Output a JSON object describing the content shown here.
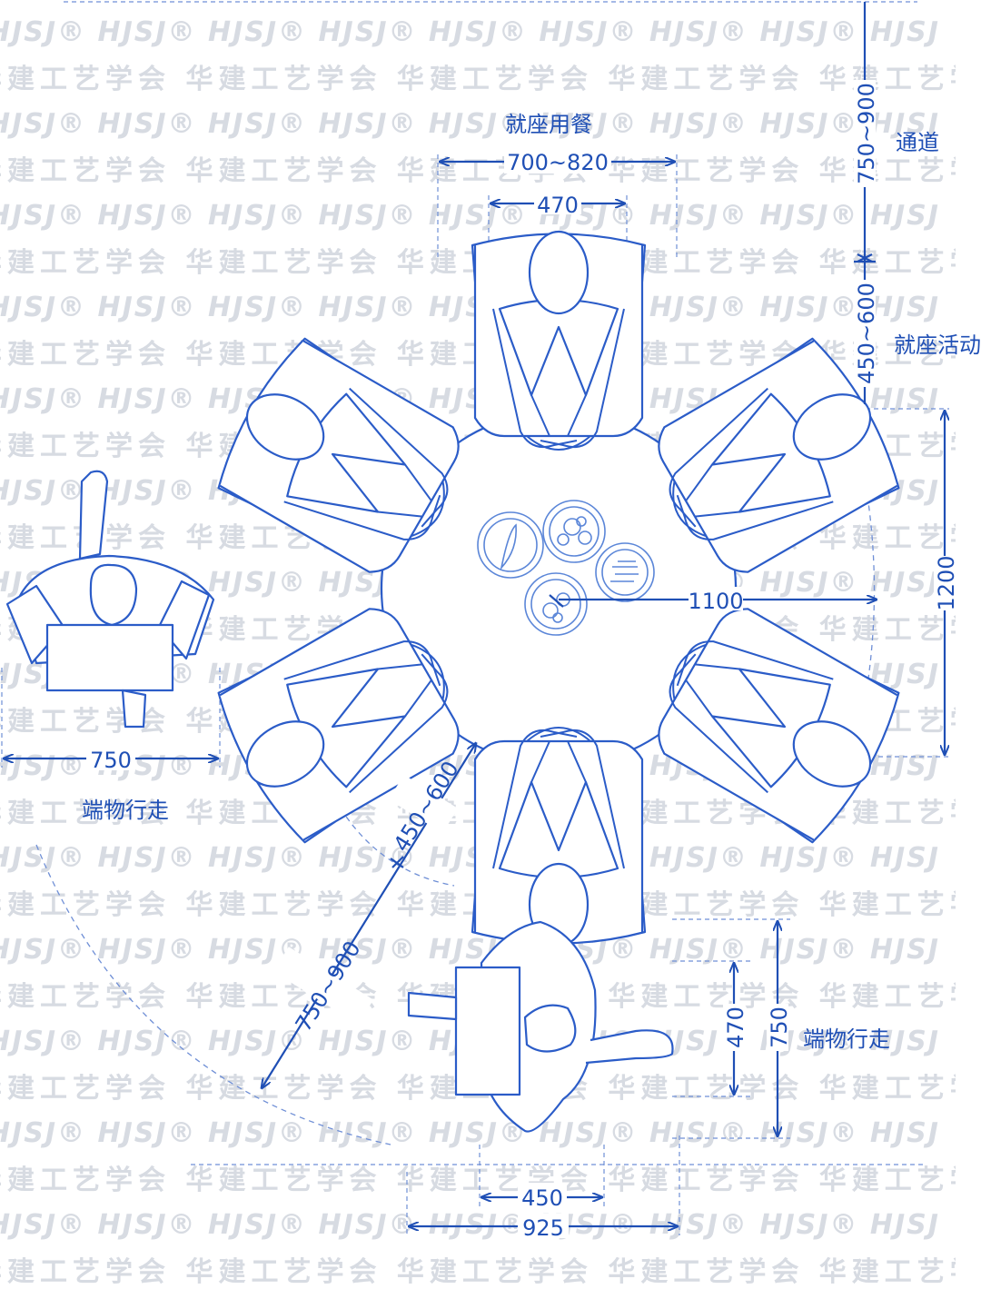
{
  "watermark": {
    "latin": "HJSJ",
    "chinese": "华建工艺学会"
  },
  "labels": {
    "dining": "就座用餐",
    "passage": "通道",
    "seat_activity": "就座活动",
    "carry_walk_left": "端物行走",
    "carry_walk_right": "端物行走"
  },
  "dimensions": {
    "top_outer": "700~820",
    "top_inner": "470",
    "right_upper": "750~900",
    "right_lower": "450~600",
    "table_span": "1200",
    "table_radius": "1100",
    "diag_outer": "450~600",
    "diag_inner": "750~900",
    "left_person": "750",
    "bottom_inner": "450",
    "bottom_outer": "925",
    "right_small": "470",
    "right_large": "750"
  },
  "colors": {
    "line": "#2b5cc8",
    "text": "#1f4fb5",
    "watermark": "#d7dbe2"
  }
}
